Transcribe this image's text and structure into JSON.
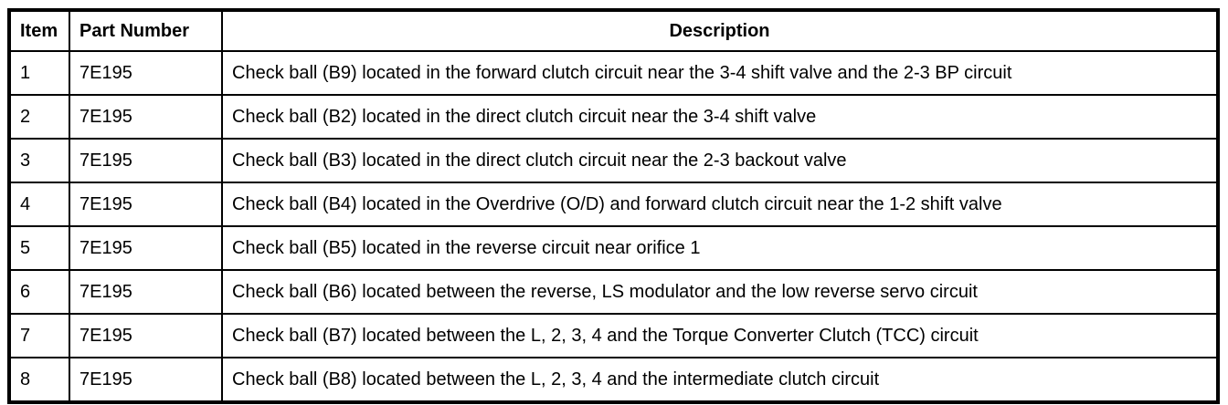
{
  "table": {
    "headers": [
      "Item",
      "Part Number",
      "Description"
    ],
    "rows": [
      {
        "item": "1",
        "part_number": "7E195",
        "description": "Check ball (B9) located in the forward clutch circuit near the 3-4 shift valve and the 2-3 BP circuit"
      },
      {
        "item": "2",
        "part_number": "7E195",
        "description": "Check ball (B2) located in the direct clutch circuit near the 3-4 shift valve"
      },
      {
        "item": "3",
        "part_number": "7E195",
        "description": "Check ball (B3) located in the direct clutch circuit near the 2-3 backout valve"
      },
      {
        "item": "4",
        "part_number": "7E195",
        "description": "Check ball (B4) located in the Overdrive (O/D) and forward clutch circuit near the 1-2 shift valve"
      },
      {
        "item": "5",
        "part_number": "7E195",
        "description": "Check ball (B5) located in the reverse circuit near orifice 1"
      },
      {
        "item": "6",
        "part_number": "7E195",
        "description": "Check ball (B6) located between the reverse, LS modulator and the low reverse servo circuit"
      },
      {
        "item": "7",
        "part_number": "7E195",
        "description": "Check ball (B7) located between the L, 2, 3, 4 and the Torque Converter Clutch (TCC) circuit"
      },
      {
        "item": "8",
        "part_number": "7E195",
        "description": "Check ball (B8) located between the L, 2, 3, 4 and the intermediate clutch circuit"
      }
    ]
  },
  "colors": {
    "border": "#000000",
    "text": "#000000",
    "background": "#ffffff"
  }
}
